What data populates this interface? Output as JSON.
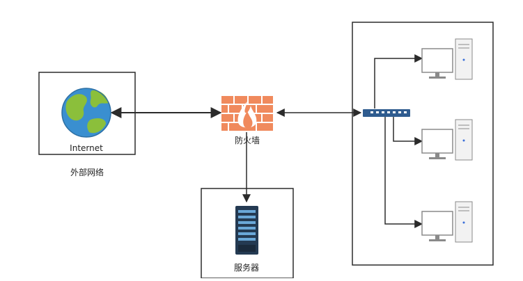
{
  "nodes": {
    "internet": {
      "label": "Internet",
      "caption": "外部网络"
    },
    "firewall": {
      "label": "防火墙"
    },
    "server": {
      "label": "服务器"
    }
  },
  "colors": {
    "line": "#2b2b2b",
    "box_border": "#2b2b2b",
    "firewall": "#f08a5d",
    "globe_ocean": "#3a8fd0",
    "globe_land": "#8bbf3b",
    "server_body": "#243a52",
    "switch": "#2f5c8f"
  }
}
